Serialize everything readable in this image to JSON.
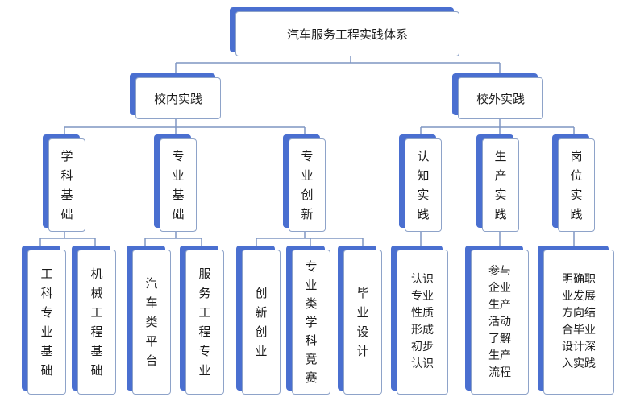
{
  "root": "汽车服务工程实践体系",
  "branches": [
    {
      "label": "校内实践",
      "children": [
        {
          "label": "学\n科\n基\n础",
          "leaves": [
            "工\n科\n专\n业\n基\n础",
            "机\n械\n工\n程\n基\n础"
          ]
        },
        {
          "label": "专\n业\n基\n础",
          "leaves": [
            "汽\n车\n类\n平\n台",
            "服\n务\n工\n程\n专\n业"
          ]
        },
        {
          "label": "专\n业\n创\n新",
          "leaves": [
            "创\n新\n创\n业",
            "专\n业\n类\n学\n科\n竞\n赛",
            "毕\n业\n设\n计"
          ]
        }
      ]
    },
    {
      "label": "校外实践",
      "children": [
        {
          "label": "认\n知\n实\n践",
          "leaves": [
            "认识\n专业\n性质\n形成\n初步\n认识"
          ]
        },
        {
          "label": "生\n产\n实\n践",
          "leaves": [
            "参与\n企业\n生产\n活动\n了解\n生产\n流程"
          ]
        },
        {
          "label": "岗\n位\n实\n践",
          "leaves": [
            "明确职\n业发展\n方向结\n合毕业\n设计深\n入实践"
          ]
        }
      ]
    }
  ],
  "colors": {
    "accent": "#4a6fd0",
    "border": "#8ea3c9",
    "line": "#7f96c2"
  }
}
